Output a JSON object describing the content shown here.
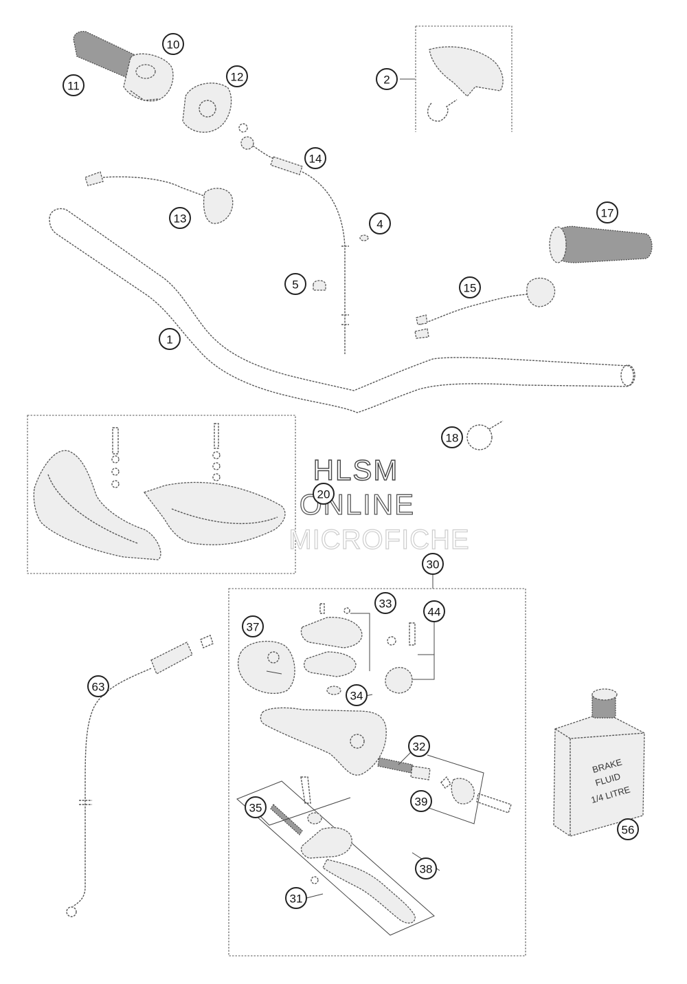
{
  "watermark": {
    "line1": "HLSM",
    "line2": "ONLINE",
    "line3": "MICROFICHE"
  },
  "brake_fluid_label": [
    "BRAKE",
    "FLUID",
    "1/4 LITRE"
  ],
  "callouts": [
    "1",
    "2",
    "4",
    "5",
    "10",
    "11",
    "12",
    "13",
    "14",
    "15",
    "17",
    "18",
    "20",
    "30",
    "31",
    "32",
    "33",
    "34",
    "35",
    "37",
    "38",
    "39",
    "44",
    "56",
    "63"
  ]
}
